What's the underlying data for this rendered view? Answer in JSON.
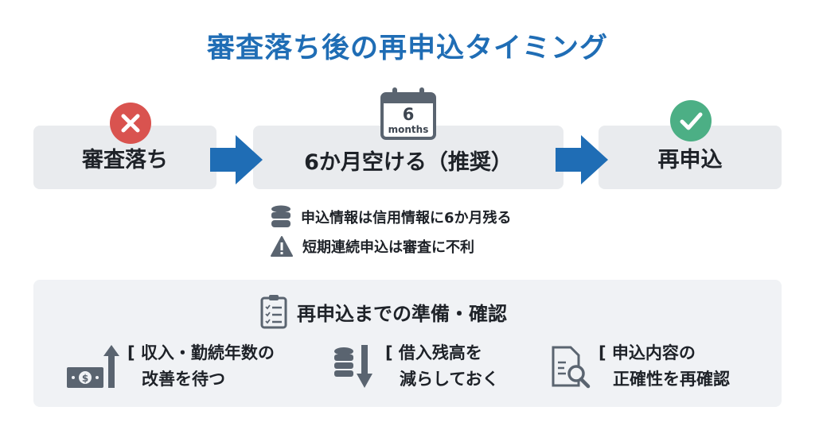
{
  "title": "審査落ち後の再申込タイミング",
  "flow": [
    {
      "label": "審査落ち",
      "icon": "x-circle-icon",
      "color": "#d9534f"
    },
    {
      "label": "6か月空ける（推奨）",
      "icon": "calendar-icon",
      "calendar_number": "6",
      "calendar_unit": "months"
    },
    {
      "label": "再申込",
      "icon": "check-circle-icon",
      "color": "#4caf85"
    }
  ],
  "arrow_color": "#1f6db5",
  "notes": [
    {
      "icon": "database-icon",
      "text": "申込情報は信用情報に6か月残る"
    },
    {
      "icon": "warning-icon",
      "text": "短期連続申込は審査に不利"
    }
  ],
  "prep": {
    "heading": "再申込までの準備・確認",
    "items": [
      {
        "icon": "money-up-icon",
        "line1": "[ 収入・勤続年数の",
        "line2": "改善を待つ"
      },
      {
        "icon": "coins-down-icon",
        "line1": "[ 借入残高を",
        "line2": "減らしておく"
      },
      {
        "icon": "document-search-icon",
        "line1": "[ 申込内容の",
        "line2": "正確性を再確認"
      }
    ]
  }
}
